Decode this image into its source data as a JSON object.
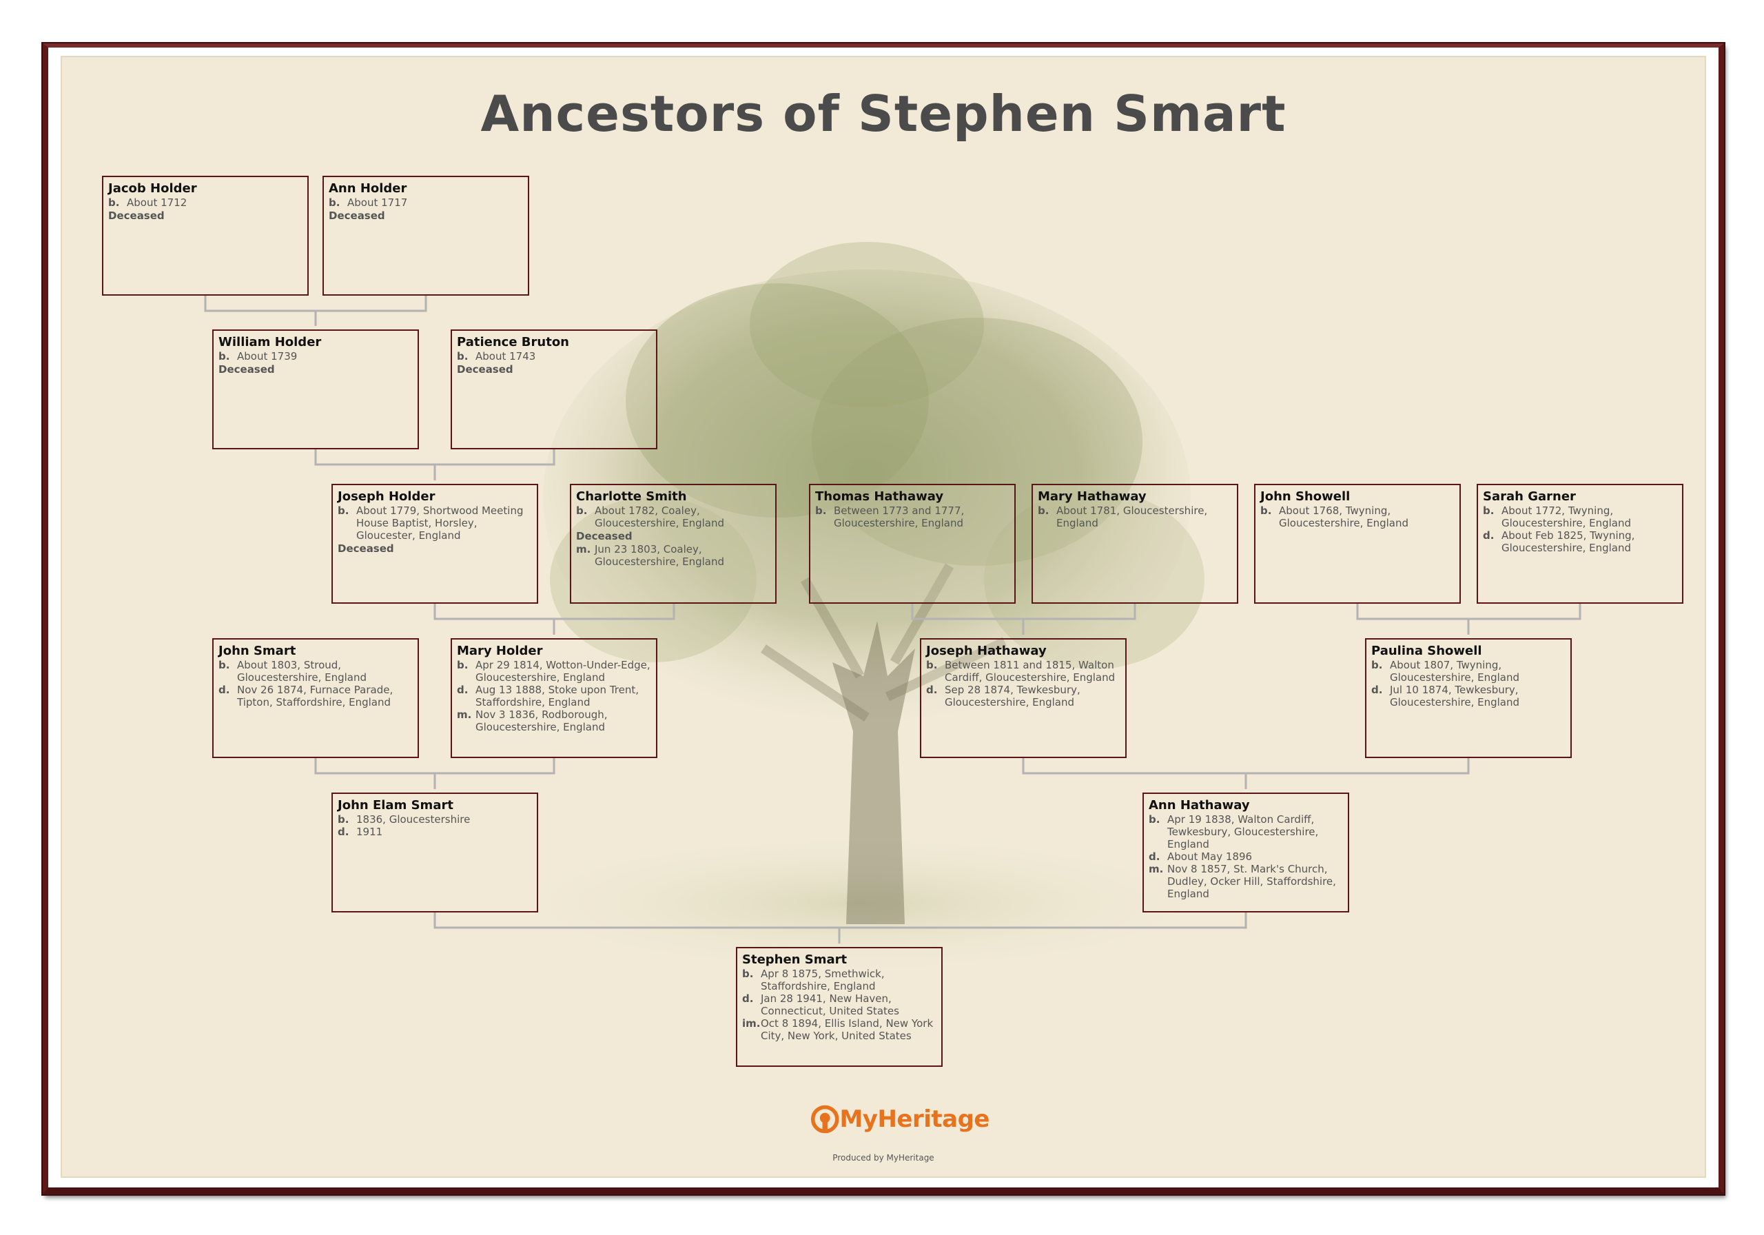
{
  "title": "Ancestors of Stephen Smart",
  "labels": {
    "born": "b.",
    "died": "d.",
    "married": "m.",
    "immigrated": "im.",
    "deceased": "Deceased"
  },
  "people": [
    {
      "id": "jacob-holder",
      "name": "Jacob Holder",
      "facts": [
        {
          "label": "b.",
          "text": "About 1712"
        }
      ],
      "deceased": true
    },
    {
      "id": "ann-holder",
      "name": "Ann Holder",
      "facts": [
        {
          "label": "b.",
          "text": "About 1717"
        }
      ],
      "deceased": true
    },
    {
      "id": "william-holder",
      "name": "William Holder",
      "facts": [
        {
          "label": "b.",
          "text": "About 1739"
        }
      ],
      "deceased": true
    },
    {
      "id": "patience-bruton",
      "name": "Patience Bruton",
      "facts": [
        {
          "label": "b.",
          "text": "About 1743"
        }
      ],
      "deceased": true
    },
    {
      "id": "joseph-holder",
      "name": "Joseph Holder",
      "facts": [
        {
          "label": "b.",
          "text": "About 1779, Shortwood Meeting House Baptist, Horsley, Gloucester, England"
        }
      ],
      "deceased": true
    },
    {
      "id": "charlotte-smith",
      "name": "Charlotte Smith",
      "facts": [
        {
          "label": "b.",
          "text": "About 1782, Coaley, Gloucestershire, England"
        }
      ],
      "deceased": true,
      "after_deceased": [
        {
          "label": "m.",
          "text": "Jun 23 1803, Coaley, Gloucestershire, England"
        }
      ]
    },
    {
      "id": "thomas-hathaway",
      "name": "Thomas Hathaway",
      "facts": [
        {
          "label": "b.",
          "text": "Between 1773 and 1777, Gloucestershire, England"
        }
      ]
    },
    {
      "id": "mary-hathaway",
      "name": "Mary Hathaway",
      "facts": [
        {
          "label": "b.",
          "text": "About 1781, Gloucestershire, England"
        }
      ]
    },
    {
      "id": "john-showell",
      "name": "John Showell",
      "facts": [
        {
          "label": "b.",
          "text": "About 1768, Twyning, Gloucestershire, England"
        }
      ]
    },
    {
      "id": "sarah-garner",
      "name": "Sarah Garner",
      "facts": [
        {
          "label": "b.",
          "text": "About 1772, Twyning, Gloucestershire, England"
        },
        {
          "label": "d.",
          "text": "About Feb 1825, Twyning, Gloucestershire, England"
        }
      ]
    },
    {
      "id": "john-smart",
      "name": "John Smart",
      "facts": [
        {
          "label": "b.",
          "text": "About 1803, Stroud, Gloucestershire, England"
        },
        {
          "label": "d.",
          "text": "Nov 26 1874, Furnace Parade, Tipton, Staffordshire, England"
        }
      ]
    },
    {
      "id": "mary-holder",
      "name": "Mary Holder",
      "facts": [
        {
          "label": "b.",
          "text": "Apr 29 1814, Wotton-Under-Edge, Gloucestershire, England"
        },
        {
          "label": "d.",
          "text": "Aug 13 1888, Stoke upon Trent, Staffordshire, England"
        },
        {
          "label": "m.",
          "text": "Nov 3 1836, Rodborough, Gloucestershire, England"
        }
      ]
    },
    {
      "id": "joseph-hathaway",
      "name": "Joseph Hathaway",
      "facts": [
        {
          "label": "b.",
          "text": "Between 1811 and 1815, Walton Cardiff, Gloucestershire, England"
        },
        {
          "label": "d.",
          "text": "Sep 28 1874, Tewkesbury, Gloucestershire, England"
        }
      ]
    },
    {
      "id": "paulina-showell",
      "name": "Paulina Showell",
      "facts": [
        {
          "label": "b.",
          "text": "About 1807, Twyning, Gloucestershire, England"
        },
        {
          "label": "d.",
          "text": "Jul 10 1874, Tewkesbury, Gloucestershire, England"
        }
      ]
    },
    {
      "id": "john-elam-smart",
      "name": "John Elam Smart",
      "facts": [
        {
          "label": "b.",
          "text": "1836, Gloucestershire"
        },
        {
          "label": "d.",
          "text": "1911"
        }
      ]
    },
    {
      "id": "ann-hathaway",
      "name": "Ann Hathaway",
      "facts": [
        {
          "label": "b.",
          "text": "Apr 19 1838, Walton Cardiff, Tewkesbury, Gloucestershire, England"
        },
        {
          "label": "d.",
          "text": "About May 1896"
        },
        {
          "label": "m.",
          "text": "Nov 8 1857, St. Mark's Church, Dudley, Ocker Hill, Staffordshire, England"
        }
      ]
    },
    {
      "id": "stephen-smart",
      "name": "Stephen Smart",
      "facts": [
        {
          "label": "b.",
          "text": "Apr 8 1875, Smethwick, Staffordshire, England"
        },
        {
          "label": "d.",
          "text": "Jan 28 1941, New Haven, Connecticut, United States"
        },
        {
          "label": "im.",
          "text": "Oct 8 1894, Ellis Island, New York City, New York, United States"
        }
      ]
    }
  ],
  "footer": {
    "brand": "MyHeritage",
    "produced_by": "Produced by MyHeritage"
  },
  "colors": {
    "frame": "#5e1818",
    "background": "#f2ead7",
    "box_border": "#5a1616",
    "connector": "#b3b3b3",
    "brand": "#e8731e",
    "title": "#4b4b4b"
  },
  "icons": {
    "brand_logo": "myheritage-logo-icon"
  }
}
